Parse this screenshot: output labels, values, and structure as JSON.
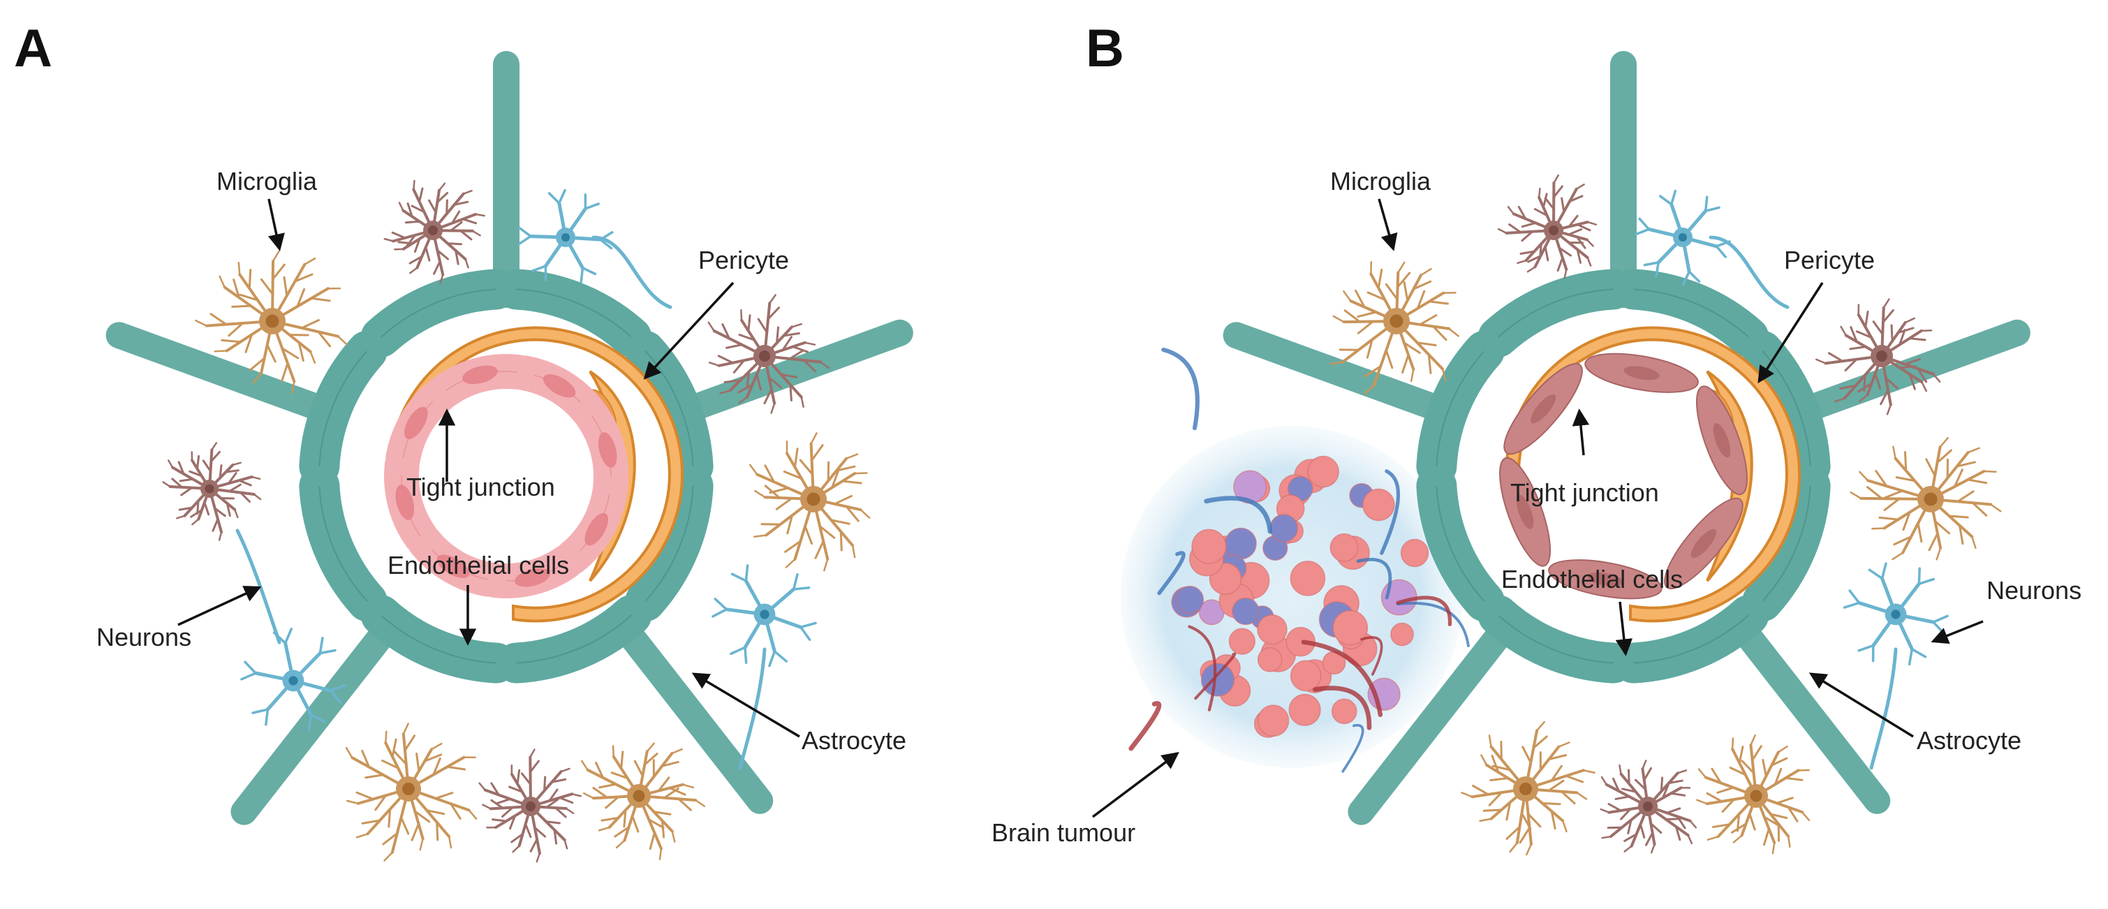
{
  "panels": [
    {
      "letter": "A",
      "labels": {
        "microglia": "Microglia",
        "pericyte": "Pericyte",
        "tight_junction": "Tight junction",
        "endothelial_cells": "Endothelial cells",
        "neurons": "Neurons",
        "astrocyte": "Astrocyte"
      }
    },
    {
      "letter": "B",
      "labels": {
        "microglia": "Microglia",
        "pericyte": "Pericyte",
        "tight_junction": "Tight junction",
        "endothelial_cells": "Endothelial cells",
        "neurons": "Neurons",
        "astrocyte": "Astrocyte",
        "brain_tumour": "Brain tumour"
      }
    }
  ],
  "colors": {
    "astrocyte": "#5fa9a0",
    "astrocyte_dark": "#3f847b",
    "endothelial_healthy": "#f3b0b4",
    "endothelial_nucleus": "#e6868d",
    "endothelial_disrupted": "#c98585",
    "pericyte": "#f6b468",
    "pericyte_edge": "#d7862c",
    "microglia_gold": "#c9955a",
    "microglia_brown": "#9c6f6a",
    "neuron": "#6ab4cf",
    "tumour_halo": "#cfe6f3",
    "tumour_cell": "#ef8c8c",
    "tumour_vessel_red": "#a8363a",
    "tumour_vessel_blue": "#3f77b8"
  },
  "icons": [
    "arrow-icon"
  ]
}
